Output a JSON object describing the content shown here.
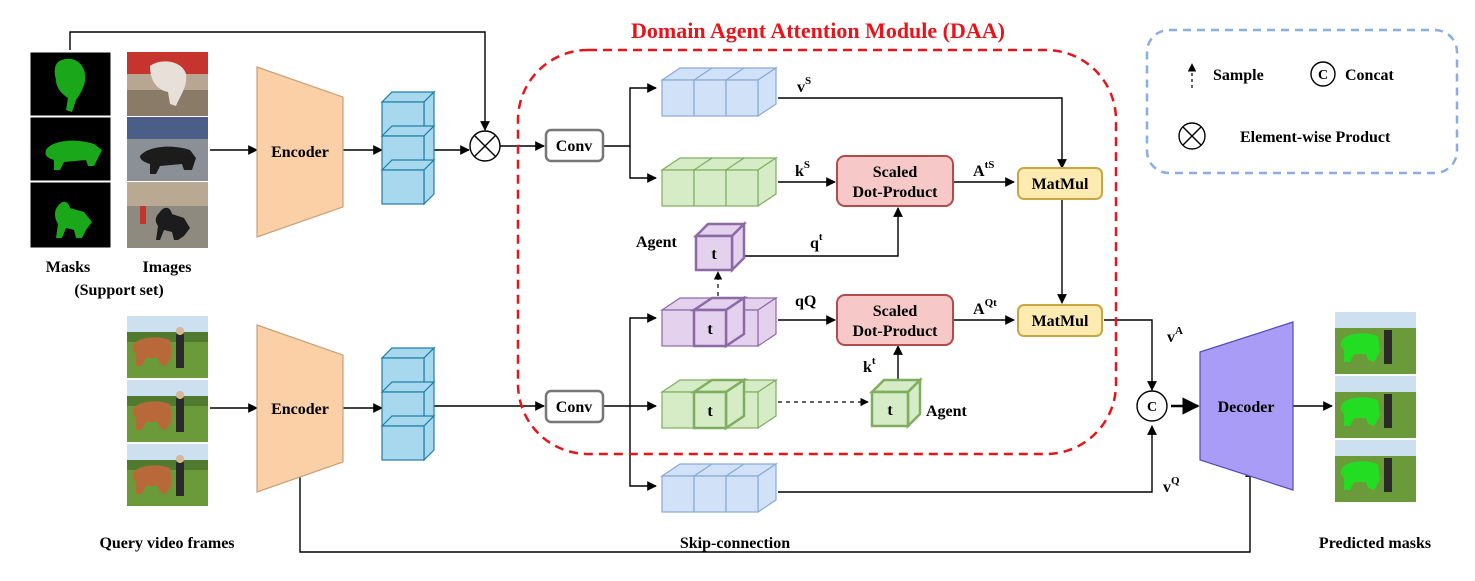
{
  "daa": {
    "title": "Domain Agent Attention Module (DAA)"
  },
  "support": {
    "masks_label": "Masks",
    "images_label": "Images",
    "set_label": "(Support set)"
  },
  "query": {
    "frames_label": "Query video frames"
  },
  "encoder_top": "Encoder",
  "encoder_bottom": "Encoder",
  "conv_top": "Conv",
  "conv_bottom": "Conv",
  "vS": {
    "base": "v",
    "sup": "S"
  },
  "kS": {
    "base": "k",
    "sup": "S"
  },
  "qt": {
    "base": "q",
    "sup": "t"
  },
  "qQ": "qQ",
  "kt": {
    "base": "k",
    "sup": "t"
  },
  "AtS": {
    "base": "A",
    "sup": "tS"
  },
  "AQt": {
    "base": "A",
    "sup": "Qt"
  },
  "vA": {
    "base": "v",
    "sup": "A"
  },
  "vQ": {
    "base": "v",
    "sup": "Q"
  },
  "sdp_top": {
    "line1": "Scaled",
    "line2": "Dot-Product"
  },
  "sdp_bottom": {
    "line1": "Scaled",
    "line2": "Dot-Product"
  },
  "matmul_top": "MatMul",
  "matmul_bottom": "MatMul",
  "agent_top": "Agent",
  "agent_bottom": "Agent",
  "token_t": "t",
  "concat_symbol": "C",
  "decoder": "Decoder",
  "skip_label": "Skip-connection",
  "predicted_label": "Predicted masks",
  "legend": {
    "sample": "Sample",
    "concat_symbol": "C",
    "concat": "Concat",
    "product": "Element-wise Product"
  },
  "colors": {
    "encoder": "#fcd0a6",
    "encoder_stroke": "#c8a07a",
    "feature": "#a8d8ee",
    "feature_stroke": "#1f7fa8",
    "key": "#d5ecc6",
    "key_stroke": "#7fae5f",
    "value": "#d0e1f8",
    "value_stroke": "#8aa9d4",
    "agent": "#e3d1ee",
    "agent_stroke": "#8c6aa6",
    "sdp": "#f6c8c8",
    "sdp_stroke": "#b44a4a",
    "matmul": "#fdebb2",
    "matmul_stroke": "#c9a640",
    "decoder": "#a99cf6",
    "decoder_stroke": "#5648b8",
    "daa_border": "#e8141a",
    "legend_border": "#8aaee0",
    "mask_green": "#1aa81a"
  }
}
